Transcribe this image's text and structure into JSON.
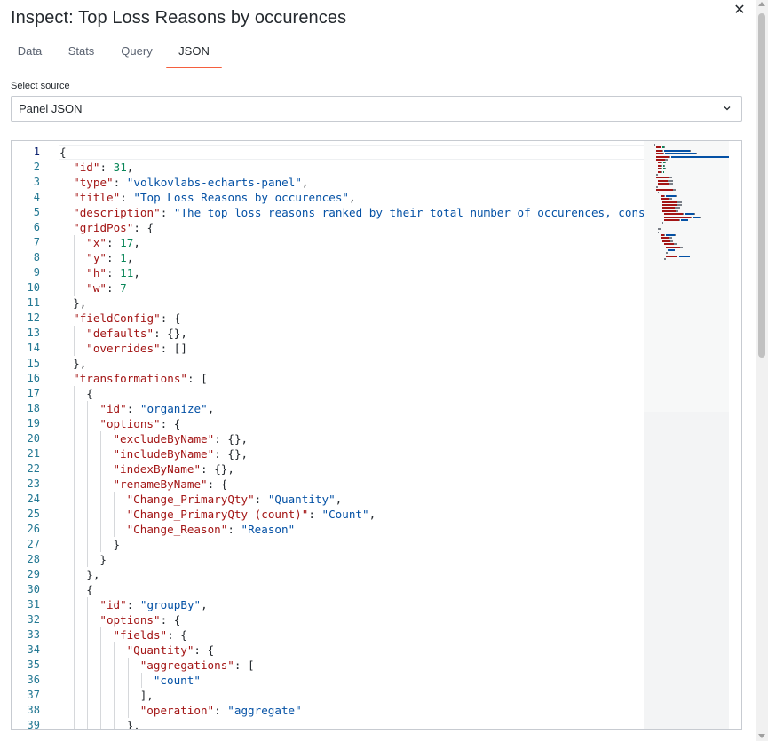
{
  "drawer": {
    "title": "Inspect: Top Loss Reasons by occurences",
    "close_icon": "close-icon"
  },
  "tabs": [
    {
      "label": "Data",
      "active": false
    },
    {
      "label": "Stats",
      "active": false
    },
    {
      "label": "Query",
      "active": false
    },
    {
      "label": "JSON",
      "active": true
    }
  ],
  "source": {
    "label": "Select source",
    "value": "Panel JSON",
    "icon": "chevron-down-icon"
  },
  "editor": {
    "current_line": 1,
    "lines": [
      {
        "n": 1,
        "depth": 0,
        "t": [
          [
            "p",
            "{"
          ]
        ]
      },
      {
        "n": 2,
        "depth": 1,
        "t": [
          [
            "k",
            "\"id\""
          ],
          [
            "p",
            ": "
          ],
          [
            "n",
            "31"
          ],
          [
            "p",
            ","
          ]
        ]
      },
      {
        "n": 3,
        "depth": 1,
        "t": [
          [
            "k",
            "\"type\""
          ],
          [
            "p",
            ": "
          ],
          [
            "s",
            "\"volkovlabs-echarts-panel\""
          ],
          [
            "p",
            ","
          ]
        ]
      },
      {
        "n": 4,
        "depth": 1,
        "t": [
          [
            "k",
            "\"title\""
          ],
          [
            "p",
            ": "
          ],
          [
            "s",
            "\"Top Loss Reasons by occurences\""
          ],
          [
            "p",
            ","
          ]
        ]
      },
      {
        "n": 5,
        "depth": 1,
        "t": [
          [
            "k",
            "\"description\""
          ],
          [
            "p",
            ": "
          ],
          [
            "s",
            "\"The top loss reasons ranked by their total number of occurences, considering"
          ]
        ]
      },
      {
        "n": 6,
        "depth": 1,
        "t": [
          [
            "k",
            "\"gridPos\""
          ],
          [
            "p",
            ": {"
          ]
        ]
      },
      {
        "n": 7,
        "depth": 2,
        "t": [
          [
            "k",
            "\"x\""
          ],
          [
            "p",
            ": "
          ],
          [
            "n",
            "17"
          ],
          [
            "p",
            ","
          ]
        ]
      },
      {
        "n": 8,
        "depth": 2,
        "t": [
          [
            "k",
            "\"y\""
          ],
          [
            "p",
            ": "
          ],
          [
            "n",
            "1"
          ],
          [
            "p",
            ","
          ]
        ]
      },
      {
        "n": 9,
        "depth": 2,
        "t": [
          [
            "k",
            "\"h\""
          ],
          [
            "p",
            ": "
          ],
          [
            "n",
            "11"
          ],
          [
            "p",
            ","
          ]
        ]
      },
      {
        "n": 10,
        "depth": 2,
        "t": [
          [
            "k",
            "\"w\""
          ],
          [
            "p",
            ": "
          ],
          [
            "n",
            "7"
          ]
        ]
      },
      {
        "n": 11,
        "depth": 1,
        "t": [
          [
            "p",
            "},"
          ]
        ]
      },
      {
        "n": 12,
        "depth": 1,
        "t": [
          [
            "k",
            "\"fieldConfig\""
          ],
          [
            "p",
            ": {"
          ]
        ]
      },
      {
        "n": 13,
        "depth": 2,
        "t": [
          [
            "k",
            "\"defaults\""
          ],
          [
            "p",
            ": {},"
          ]
        ]
      },
      {
        "n": 14,
        "depth": 2,
        "t": [
          [
            "k",
            "\"overrides\""
          ],
          [
            "p",
            ": []"
          ]
        ]
      },
      {
        "n": 15,
        "depth": 1,
        "t": [
          [
            "p",
            "},"
          ]
        ]
      },
      {
        "n": 16,
        "depth": 1,
        "t": [
          [
            "k",
            "\"transformations\""
          ],
          [
            "p",
            ": ["
          ]
        ]
      },
      {
        "n": 17,
        "depth": 2,
        "t": [
          [
            "p",
            "{"
          ]
        ]
      },
      {
        "n": 18,
        "depth": 3,
        "t": [
          [
            "k",
            "\"id\""
          ],
          [
            "p",
            ": "
          ],
          [
            "s",
            "\"organize\""
          ],
          [
            "p",
            ","
          ]
        ]
      },
      {
        "n": 19,
        "depth": 3,
        "t": [
          [
            "k",
            "\"options\""
          ],
          [
            "p",
            ": {"
          ]
        ]
      },
      {
        "n": 20,
        "depth": 4,
        "t": [
          [
            "k",
            "\"excludeByName\""
          ],
          [
            "p",
            ": {},"
          ]
        ]
      },
      {
        "n": 21,
        "depth": 4,
        "t": [
          [
            "k",
            "\"includeByName\""
          ],
          [
            "p",
            ": {},"
          ]
        ]
      },
      {
        "n": 22,
        "depth": 4,
        "t": [
          [
            "k",
            "\"indexByName\""
          ],
          [
            "p",
            ": {},"
          ]
        ]
      },
      {
        "n": 23,
        "depth": 4,
        "t": [
          [
            "k",
            "\"renameByName\""
          ],
          [
            "p",
            ": {"
          ]
        ]
      },
      {
        "n": 24,
        "depth": 5,
        "t": [
          [
            "k",
            "\"Change_PrimaryQty\""
          ],
          [
            "p",
            ": "
          ],
          [
            "s",
            "\"Quantity\""
          ],
          [
            "p",
            ","
          ]
        ]
      },
      {
        "n": 25,
        "depth": 5,
        "t": [
          [
            "k",
            "\"Change_PrimaryQty (count)\""
          ],
          [
            "p",
            ": "
          ],
          [
            "s",
            "\"Count\""
          ],
          [
            "p",
            ","
          ]
        ]
      },
      {
        "n": 26,
        "depth": 5,
        "t": [
          [
            "k",
            "\"Change_Reason\""
          ],
          [
            "p",
            ": "
          ],
          [
            "s",
            "\"Reason\""
          ]
        ]
      },
      {
        "n": 27,
        "depth": 4,
        "t": [
          [
            "p",
            "}"
          ]
        ]
      },
      {
        "n": 28,
        "depth": 3,
        "t": [
          [
            "p",
            "}"
          ]
        ]
      },
      {
        "n": 29,
        "depth": 2,
        "t": [
          [
            "p",
            "},"
          ]
        ]
      },
      {
        "n": 30,
        "depth": 2,
        "t": [
          [
            "p",
            "{"
          ]
        ]
      },
      {
        "n": 31,
        "depth": 3,
        "t": [
          [
            "k",
            "\"id\""
          ],
          [
            "p",
            ": "
          ],
          [
            "s",
            "\"groupBy\""
          ],
          [
            "p",
            ","
          ]
        ]
      },
      {
        "n": 32,
        "depth": 3,
        "t": [
          [
            "k",
            "\"options\""
          ],
          [
            "p",
            ": {"
          ]
        ]
      },
      {
        "n": 33,
        "depth": 4,
        "t": [
          [
            "k",
            "\"fields\""
          ],
          [
            "p",
            ": {"
          ]
        ]
      },
      {
        "n": 34,
        "depth": 5,
        "t": [
          [
            "k",
            "\"Quantity\""
          ],
          [
            "p",
            ": {"
          ]
        ]
      },
      {
        "n": 35,
        "depth": 6,
        "t": [
          [
            "k",
            "\"aggregations\""
          ],
          [
            "p",
            ": ["
          ]
        ]
      },
      {
        "n": 36,
        "depth": 7,
        "t": [
          [
            "s",
            "\"count\""
          ]
        ]
      },
      {
        "n": 37,
        "depth": 6,
        "t": [
          [
            "p",
            "],"
          ]
        ]
      },
      {
        "n": 38,
        "depth": 6,
        "t": [
          [
            "k",
            "\"operation\""
          ],
          [
            "p",
            ": "
          ],
          [
            "s",
            "\"aggregate\""
          ]
        ]
      },
      {
        "n": 39,
        "depth": 5,
        "t": [
          [
            "p",
            "},"
          ]
        ]
      }
    ]
  },
  "colors": {
    "accent": "#f55f3e",
    "key": "#a31515",
    "string": "#0451a5",
    "number": "#098658",
    "line_number": "#237893"
  }
}
